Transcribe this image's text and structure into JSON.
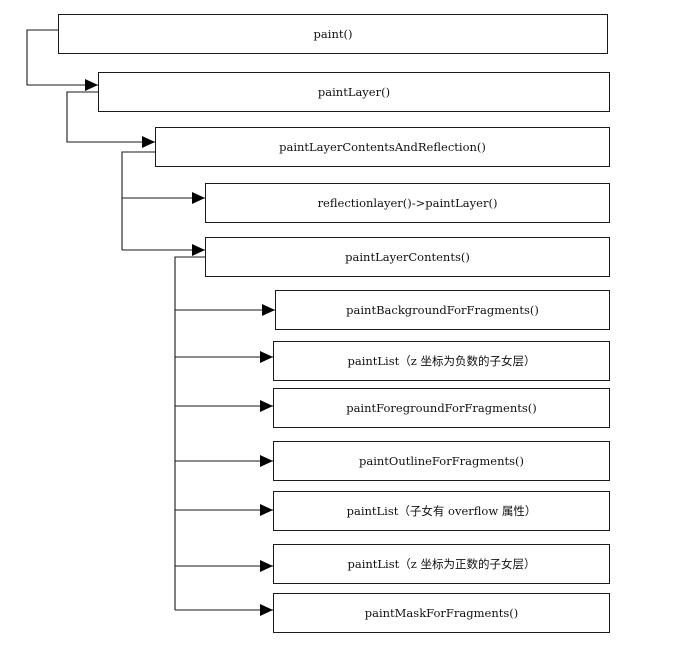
{
  "diagram": {
    "nodes": [
      {
        "id": "paint",
        "label": "paint()"
      },
      {
        "id": "paint-layer",
        "label": "paintLayer()"
      },
      {
        "id": "contents-and-reflection",
        "label": "paintLayerContentsAndReflection()"
      },
      {
        "id": "reflection-paint-layer",
        "label": "reflectionlayer()->paintLayer()"
      },
      {
        "id": "layer-contents",
        "label": "paintLayerContents()"
      },
      {
        "id": "background-fragments",
        "label": "paintBackgroundForFragments()"
      },
      {
        "id": "list-negative-z",
        "label": "paintList（z 坐标为负数的子女层）"
      },
      {
        "id": "foreground-fragments",
        "label": "paintForegroundForFragments()"
      },
      {
        "id": "outline-fragments",
        "label": "paintOutlineForFragments()"
      },
      {
        "id": "list-overflow",
        "label": "paintList（子女有 overflow 属性）"
      },
      {
        "id": "list-positive-z",
        "label": "paintList（z 坐标为正数的子女层）"
      },
      {
        "id": "mask-fragments",
        "label": "paintMaskForFragments()"
      }
    ],
    "edges": [
      {
        "from": "paint",
        "to": "paint-layer"
      },
      {
        "from": "paint-layer",
        "to": "contents-and-reflection"
      },
      {
        "from": "contents-and-reflection",
        "to": "reflection-paint-layer"
      },
      {
        "from": "contents-and-reflection",
        "to": "layer-contents"
      },
      {
        "from": "layer-contents",
        "to": "background-fragments"
      },
      {
        "from": "layer-contents",
        "to": "list-negative-z"
      },
      {
        "from": "layer-contents",
        "to": "foreground-fragments"
      },
      {
        "from": "layer-contents",
        "to": "outline-fragments"
      },
      {
        "from": "layer-contents",
        "to": "list-overflow"
      },
      {
        "from": "layer-contents",
        "to": "list-positive-z"
      },
      {
        "from": "layer-contents",
        "to": "mask-fragments"
      }
    ],
    "colors": {
      "line": "#1a1a1a",
      "arrowhead": "#000000",
      "box_fill": "#ffffff",
      "text": "#111111"
    }
  }
}
